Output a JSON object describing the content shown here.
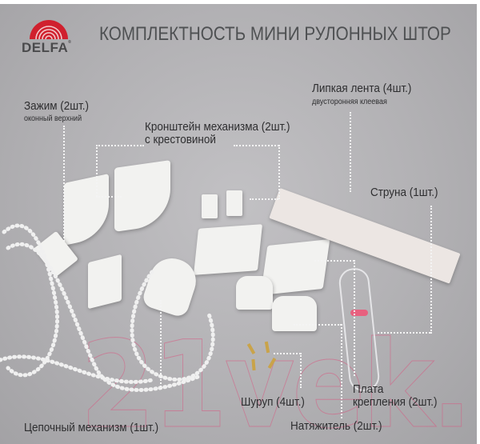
{
  "header": {
    "brand": "DELFA",
    "brand_mark": "®",
    "title": "КОМПЛЕКТНОСТЬ МИНИ РУЛОННЫХ ШТОР"
  },
  "colors": {
    "brand_red": "#d0202e",
    "background": "#b5b4b7",
    "text": "#2e2e30",
    "watermark": "#d75a82"
  },
  "components": [
    {
      "id": "clamp",
      "label": "Зажим  (2шт.)",
      "sub": "оконный верхний"
    },
    {
      "id": "bracket",
      "label": "Кронштейн механизма (2шт.)",
      "sub": "с крестовиной"
    },
    {
      "id": "tape",
      "label": "Липкая лента (4шт.)",
      "sub": "двусторонняя клеевая"
    },
    {
      "id": "string",
      "label": "Струна (1шт.)"
    },
    {
      "id": "plate",
      "label": "Плата",
      "sub": "крепления (2шт.)"
    },
    {
      "id": "screw",
      "label": "Шуруп (4шт.)"
    },
    {
      "id": "tensioner",
      "label": "Натяжитель  (2шт.)"
    },
    {
      "id": "chain",
      "label": "Цепочный механизм (1шт.)"
    }
  ],
  "watermark": "21vek.by"
}
